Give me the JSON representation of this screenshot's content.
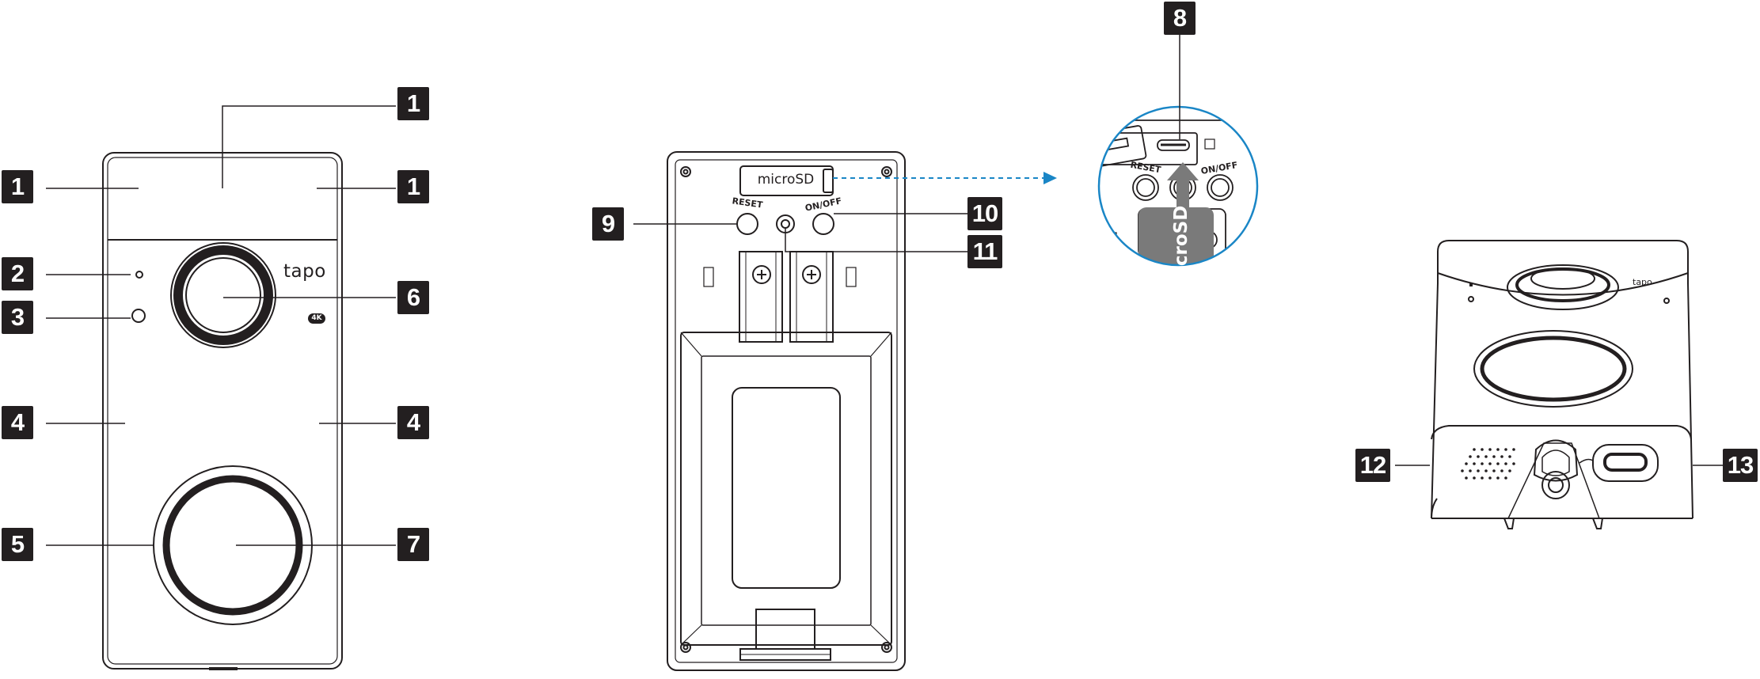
{
  "callouts": {
    "c1_top": "1",
    "c1_left": "1",
    "c1_right": "1",
    "c2": "2",
    "c3": "3",
    "c4_left": "4",
    "c4_right": "4",
    "c5": "5",
    "c6": "6",
    "c7": "7",
    "c8": "8",
    "c9": "9",
    "c10": "10",
    "c11": "11",
    "c12": "12",
    "c13": "13"
  },
  "device_text": {
    "brand": "tapo",
    "resolution_badge": "4K",
    "microsd_slot_label": "microSD",
    "reset_label": "RESET",
    "onoff_label": "ON/OFF",
    "zoom_reset_label": "RESET",
    "zoom_onoff_label": "ON/OFF",
    "card_label": "microSD",
    "side_brand": "tapo"
  },
  "colors": {
    "line": "#231f20",
    "callout_bg": "#231f20",
    "callout_text": "#ffffff",
    "zoom_ring": "#1a86c6",
    "card_fill": "#7a7a7a"
  }
}
